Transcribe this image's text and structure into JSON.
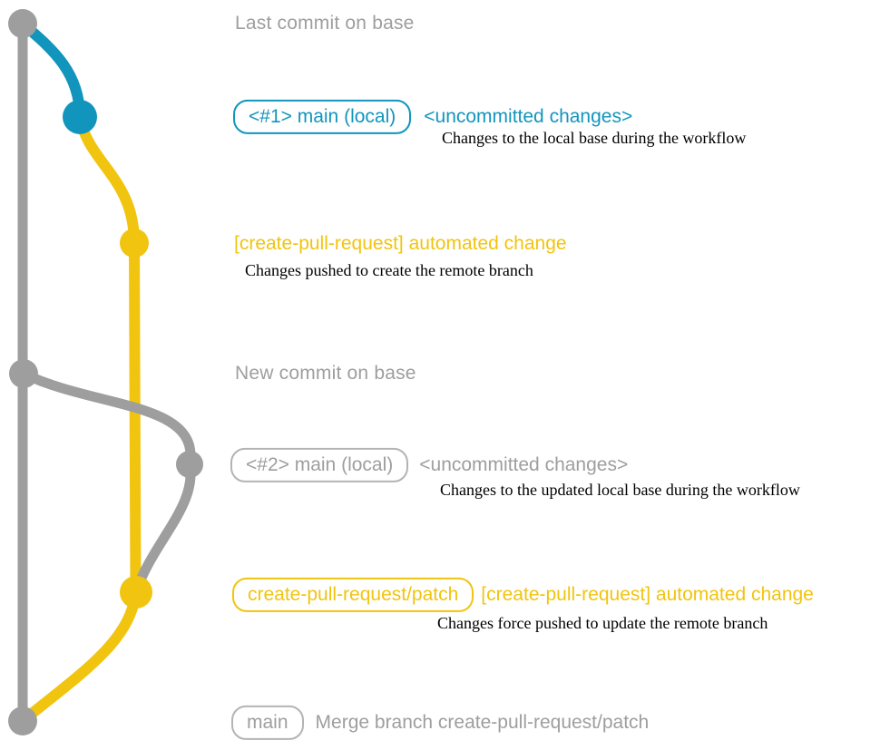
{
  "colors": {
    "gray": "#9E9E9E",
    "gray_light": "#B4B4B4",
    "blue": "#1295BD",
    "yellow": "#F1C40F",
    "text": "#000000",
    "background": "#FFFFFF"
  },
  "rows": [
    {
      "header": "Last commit on base"
    },
    {
      "label": "<#1> main (local)",
      "note": "<uncommitted changes>",
      "caption": "Changes to the local base during the workflow"
    },
    {
      "message": "[create-pull-request] automated change",
      "caption": "Changes pushed to create the remote branch"
    },
    {
      "header": "New commit on base"
    },
    {
      "label": "<#2> main (local)",
      "note": "<uncommitted changes>",
      "caption": "Changes to the updated local base during the workflow"
    },
    {
      "label": "create-pull-request/patch",
      "message": "[create-pull-request] automated change",
      "caption": "Changes force pushed to update the remote branch"
    },
    {
      "label": "main",
      "message": "Merge branch create-pull-request/patch"
    }
  ]
}
